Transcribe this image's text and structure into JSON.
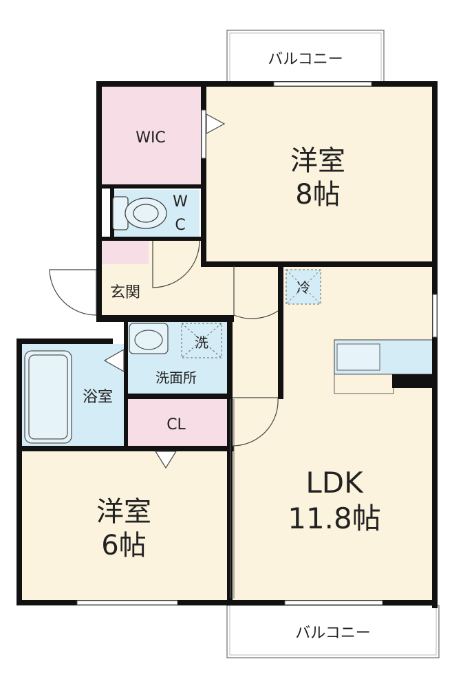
{
  "colors": {
    "room_floor": "#fbf3dd",
    "wet_area": "#d4ecf6",
    "storage": "#f7dde6",
    "wall": "#111111",
    "balcony_line": "#888888"
  },
  "rooms": {
    "balcony_top": "バルコニー",
    "balcony_bottom": "バルコニー",
    "wic": "WIC",
    "western_8_name": "洋室",
    "western_8_size": "8帖",
    "wc_top": "W",
    "wc_bottom": "C",
    "entrance": "玄関",
    "washroom": "洗面所",
    "washer_mark": "洗",
    "fridge_mark": "冷",
    "bath": "浴室",
    "closet": "CL",
    "western_6_name": "洋室",
    "western_6_size": "6帖",
    "ldk_name": "LDK",
    "ldk_size": "11.8帖"
  },
  "icons": [
    "toilet-icon",
    "bathtub-icon",
    "washbasin-icon",
    "kitchen-counter-icon",
    "refrigerator-space-icon",
    "washer-space-icon"
  ]
}
